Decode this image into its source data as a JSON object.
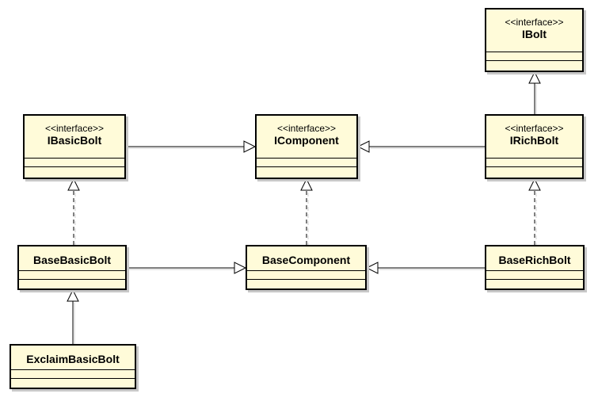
{
  "diagram": {
    "classes": [
      {
        "id": "ibolt",
        "stereotype": "<<interface>>",
        "name": "IBolt"
      },
      {
        "id": "ibasicbolt",
        "stereotype": "<<interface>>",
        "name": "IBasicBolt"
      },
      {
        "id": "icomponent",
        "stereotype": "<<interface>>",
        "name": "IComponent"
      },
      {
        "id": "irichbolt",
        "stereotype": "<<interface>>",
        "name": "IRichBolt"
      },
      {
        "id": "basebasicbolt",
        "stereotype": "",
        "name": "BaseBasicBolt"
      },
      {
        "id": "basecomponent",
        "stereotype": "",
        "name": "BaseComponent"
      },
      {
        "id": "baserichbolt",
        "stereotype": "",
        "name": "BaseRichBolt"
      },
      {
        "id": "exclaimbasicbolt",
        "stereotype": "",
        "name": "ExclaimBasicBolt"
      }
    ],
    "relations": [
      {
        "from": "irichbolt",
        "to": "ibolt",
        "kind": "generalization"
      },
      {
        "from": "ibasicbolt",
        "to": "icomponent",
        "kind": "generalization"
      },
      {
        "from": "irichbolt",
        "to": "icomponent",
        "kind": "generalization"
      },
      {
        "from": "basebasicbolt",
        "to": "ibasicbolt",
        "kind": "realization"
      },
      {
        "from": "basecomponent",
        "to": "icomponent",
        "kind": "realization"
      },
      {
        "from": "baserichbolt",
        "to": "irichbolt",
        "kind": "realization"
      },
      {
        "from": "basebasicbolt",
        "to": "basecomponent",
        "kind": "generalization"
      },
      {
        "from": "baserichbolt",
        "to": "basecomponent",
        "kind": "generalization"
      },
      {
        "from": "exclaimbasicbolt",
        "to": "basebasicbolt",
        "kind": "generalization"
      }
    ]
  }
}
